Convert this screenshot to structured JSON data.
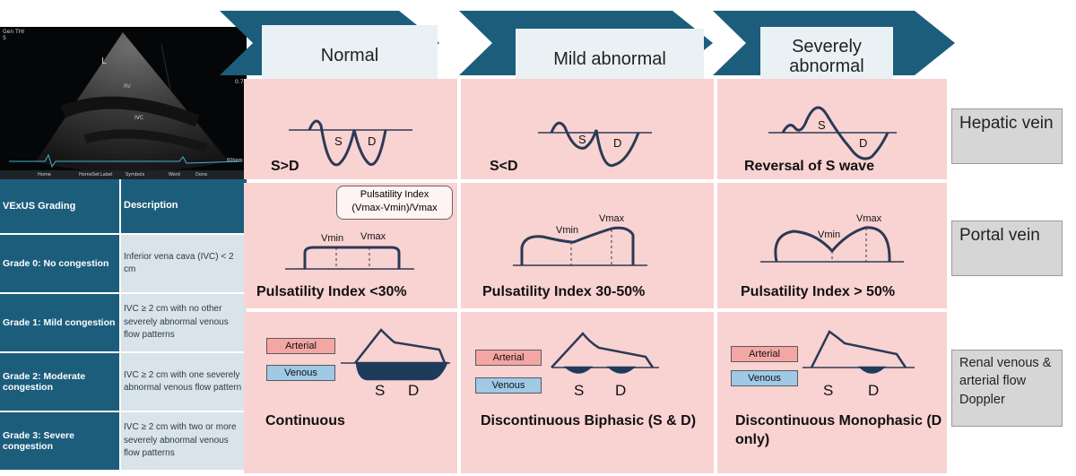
{
  "ultrasound": {
    "corner_text_1": "Gen THI",
    "corner_text_2": "S",
    "label_L": "L",
    "label_RV": "RV",
    "label_IVC": "IVC",
    "scale_value": "0.7",
    "bottom_buttons": [
      "Home",
      "HomeSet",
      "Label",
      "Symbols",
      "Word",
      "Done"
    ],
    "bpm_text": "60bpm"
  },
  "grading_table": {
    "headers": [
      "VExUS Grading",
      "Description"
    ],
    "rows": [
      {
        "grade": "Grade 0: No congestion",
        "description": "Inferior vena cava (IVC) < 2 cm"
      },
      {
        "grade": "Grade 1: Mild congestion",
        "description": "IVC ≥ 2 cm with no other severely abnormal venous flow patterns"
      },
      {
        "grade": "Grade 2: Moderate congestion",
        "description": "IVC ≥ 2 cm with one severely abnormal venous flow pattern"
      },
      {
        "grade": "Grade 3: Severe congestion",
        "description": "IVC ≥ 2 cm with two or more severely abnormal venous flow patterns"
      }
    ]
  },
  "columns": [
    "Normal",
    "Mild abnormal",
    "Severely abnormal"
  ],
  "rows": [
    {
      "name": "Hepatic vein",
      "labels": [
        "S>D",
        "S<D",
        "Reversal of S wave"
      ]
    },
    {
      "name": "Portal vein",
      "labels": [
        "Pulsatility Index  <30%",
        "Pulsatility Index 30-50%",
        "Pulsatility Index > 50%"
      ]
    },
    {
      "name": "Renal venous & arterial flow Doppler",
      "labels": [
        "Continuous",
        "Discontinuous Biphasic (S & D)",
        "Discontinuous Monophasic (D only)"
      ]
    }
  ],
  "waveform_labels": {
    "s": "S",
    "d": "D",
    "vmin": "Vmin",
    "vmax": "Vmax",
    "arterial": "Arterial",
    "venous": "Venous"
  },
  "pulsatility_formula": {
    "line1": "Pulsatility Index",
    "line2": "(Vmax-Vmin)/Vmax"
  },
  "colors": {
    "header_dark": "#1c5d7c",
    "panel_pink": "#f9d2d2",
    "arterial": "#f4a6a4",
    "venous": "#9fc9e6",
    "wave_stroke": "#2a3a55",
    "venous_fill": "#1f3b5c"
  }
}
